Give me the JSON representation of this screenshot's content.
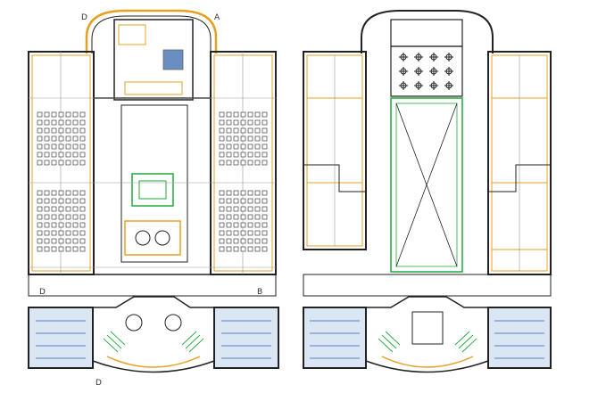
{
  "drawing": {
    "kind": "architectural floor plans",
    "plans": [
      {
        "id": "left-plan",
        "name": ""
      },
      {
        "id": "right-plan",
        "name": ""
      }
    ],
    "section_marks": {
      "left_top": "D",
      "right_top": "A",
      "left_mid": "D",
      "right_mid": "B",
      "bottom": "D"
    },
    "colors": {
      "wall": "#222222",
      "wall_fill": "#5a5a5a",
      "accent_orange": "#e8a020",
      "hatch_blue": "#2d5fa8",
      "cyan": "#00a8c0",
      "green": "#1fa83a",
      "grid": "#9a9a9a"
    }
  }
}
